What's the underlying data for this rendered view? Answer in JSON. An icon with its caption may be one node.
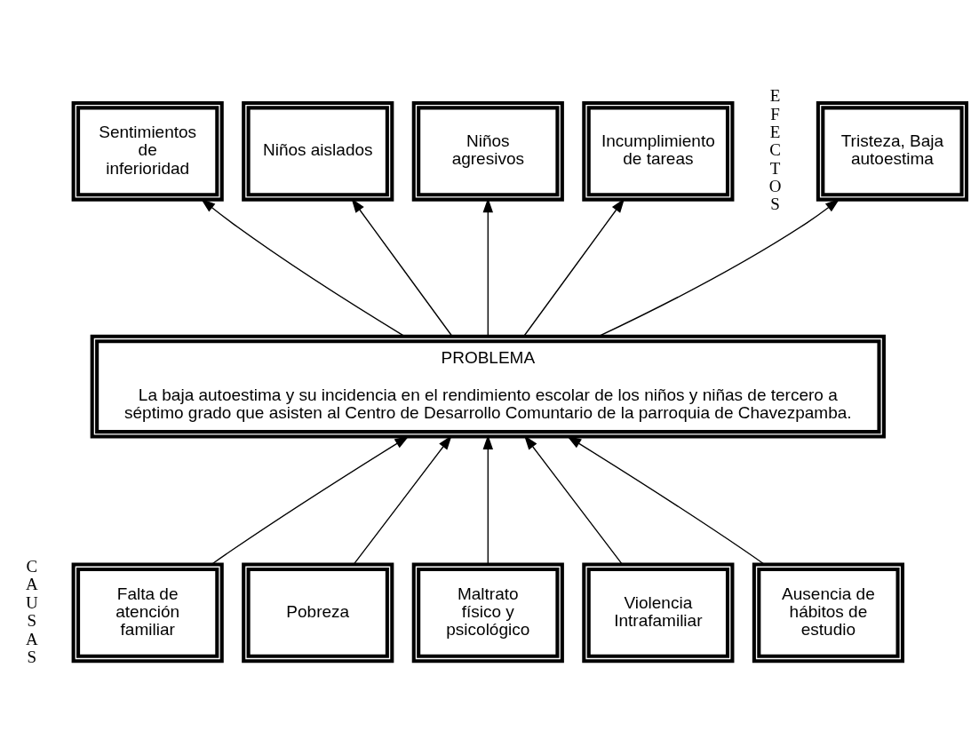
{
  "diagram": {
    "nodes": [
      {
        "text": [
          "Tristeza, Baja autoestima"
        ]
      },
      {
        "text": [
          "Sentimientos de inferioridad"
        ]
      },
      {
        "text": [
          "Niños aislados"
        ]
      },
      {
        "text": [
          "Niños agresivos"
        ]
      },
      {
        "text": [
          "Incumplimiento de tareas"
        ]
      },
      {
        "text": [
          "PROBLEMA",
          "La baja autoestima y su incidencia en el rendimiento escolar de los niños y niñas de tercero a séptimo grado que asisten al Centro de Desarrollo Comuntario de la parroquia de Chavezpamba."
        ]
      },
      {
        "text": [
          "Falta de atención familiar"
        ]
      },
      {
        "text": [
          "Pobreza"
        ]
      },
      {
        "text": [
          "Maltrato físico y psicológico"
        ]
      },
      {
        "text": [
          "Violencia Intrafamiliar"
        ]
      },
      {
        "text": [
          "Ausencia de hábitos de estudio"
        ]
      }
    ],
    "edges": [
      {
        "from": 5,
        "to": 0,
        "arrow": "to"
      },
      {
        "from": 5,
        "to": 1,
        "arrow": "to"
      },
      {
        "from": 5,
        "to": 2,
        "arrow": "to"
      },
      {
        "from": 5,
        "to": 3,
        "arrow": "to"
      },
      {
        "from": 5,
        "to": 4,
        "arrow": "to"
      },
      {
        "from": 6,
        "to": 5,
        "arrow": "to"
      },
      {
        "from": 7,
        "to": 5,
        "arrow": "to"
      },
      {
        "from": 8,
        "to": 5,
        "arrow": "to"
      },
      {
        "from": 9,
        "to": 5,
        "arrow": "to"
      },
      {
        "from": 10,
        "to": 5,
        "arrow": "to"
      }
    ],
    "labels": [
      "EFECTOS",
      "CAUSAS"
    ]
  }
}
